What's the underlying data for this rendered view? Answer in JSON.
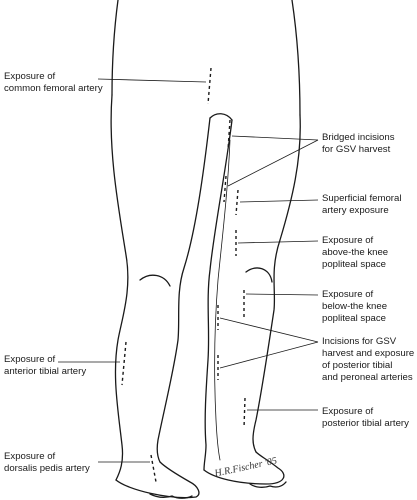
{
  "labels": {
    "common_femoral": [
      "Exposure of",
      "common femoral artery"
    ],
    "bridged": [
      "Bridged incisions",
      "for GSV harvest"
    ],
    "superficial_femoral": [
      "Superficial femoral",
      "artery exposure"
    ],
    "above_knee": [
      "Exposure of",
      "above-the knee",
      "popliteal space"
    ],
    "below_knee": [
      "Exposure of",
      "below-the knee",
      "popliteal space"
    ],
    "gsv_posterior": [
      "Incisions for GSV",
      "harvest and exposure",
      "of posterior tibial",
      "and peroneal arteries"
    ],
    "anterior_tibial": [
      "Exposure of",
      "anterior tibial artery"
    ],
    "posterior_tibial": [
      "Exposure of",
      "posterior tibial artery"
    ],
    "dorsalis_pedis": [
      "Exposure of",
      "dorsalis pedis artery"
    ]
  },
  "signature": "H.R.Fischer '05",
  "colors": {
    "line": "#1a1a1a",
    "background": "#ffffff"
  }
}
